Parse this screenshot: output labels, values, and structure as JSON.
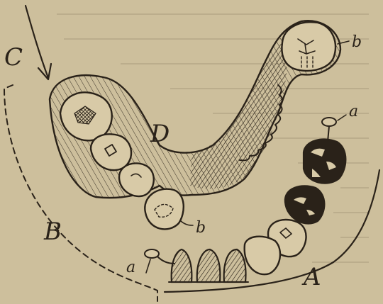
{
  "figure": {
    "labels": {
      "C": "C",
      "D": "D",
      "B": "B",
      "A": "A",
      "b_upper": "b",
      "b_lower": "b",
      "a_upper": "a",
      "a_lower": "a"
    },
    "colors": {
      "paper": "#cdbf9c",
      "ink": "#2a2219"
    }
  }
}
